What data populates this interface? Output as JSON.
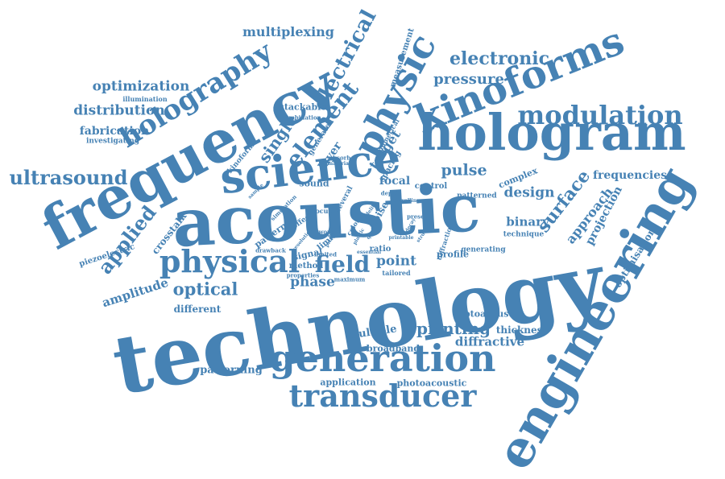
{
  "color": "#4682b4",
  "words": [
    "technology",
    "acoustic",
    "engineering",
    "hologram",
    "science",
    "frequency",
    "generation",
    "kinoforms",
    "transducer",
    "physic",
    "physical",
    "modulation",
    "holography",
    "electrical",
    "element",
    "electronic",
    "multiplexing",
    "ultrasound",
    "optimization",
    "distribution",
    "fabrication",
    "applied",
    "amplitude",
    "optical",
    "field",
    "phase",
    "point",
    "printing",
    "diffractive",
    "design",
    "pulse",
    "surface",
    "frequencies",
    "approach",
    "projection",
    "optimisation",
    "binary",
    "multiple",
    "broadband",
    "optoacoustic",
    "thickness",
    "photoacoustic",
    "application",
    "patterning",
    "different",
    "crosstalk",
    "piezoelectric",
    "pressure",
    "single",
    "layer",
    "target",
    "focal",
    "complex",
    "control",
    "sound",
    "signal",
    "method",
    "profile",
    "generating",
    "patterned",
    "technique",
    "ratio",
    "noise",
    "stackable",
    "illumination",
    "investigating",
    "kinoform",
    "measurement",
    "numerical",
    "spacing",
    "combination",
    "generated",
    "absorber",
    "material",
    "limit",
    "pattern",
    "effect",
    "focus",
    "depth",
    "several",
    "color",
    "present",
    "diffraction",
    "printable",
    "tailored",
    "maximum",
    "drawback",
    "properties",
    "limited",
    "essential",
    "plastic",
    "simulation",
    "sample",
    "work",
    "printed",
    "resolution",
    "fidelity",
    "decay",
    "structure",
    "travelling",
    "quality"
  ]
}
